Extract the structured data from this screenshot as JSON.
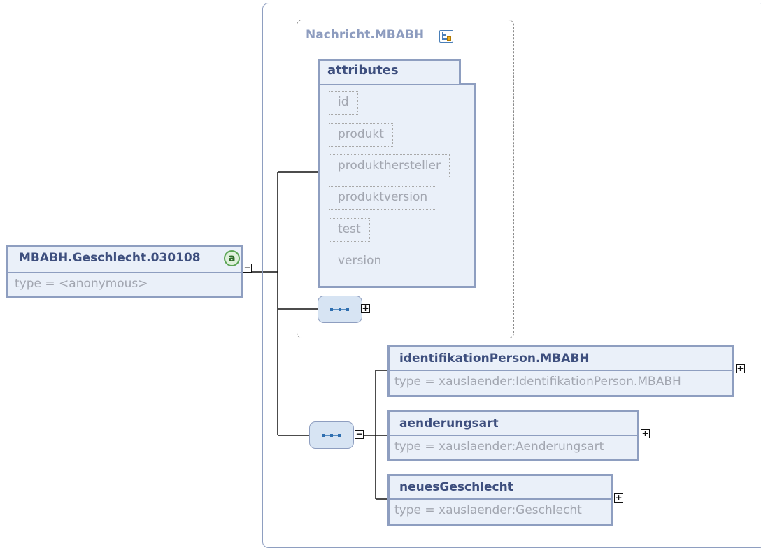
{
  "root": {
    "name": "MBABH.Geschlecht.030108",
    "type": "type = <anonymous>",
    "annotation_icon": "a",
    "toggle": "−"
  },
  "base_type": {
    "title": "Nachricht.MBABH",
    "icon": "complex-type-icon",
    "attributes_title": "attributes",
    "attributes": [
      "id",
      "produkt",
      "produkthersteller",
      "produktversion",
      "test",
      "version"
    ],
    "sequence_toggle": "+"
  },
  "sequence": {
    "toggle": "−",
    "children": [
      {
        "name": "identifikationPerson.MBABH",
        "type": "type = xauslaender:IdentifikationPerson.MBABH",
        "toggle": "+"
      },
      {
        "name": "aenderungsart",
        "type": "type = xauslaender:Aenderungsart",
        "toggle": "+"
      },
      {
        "name": "neuesGeschlecht",
        "type": "type = xauslaender:Geschlecht",
        "toggle": "+"
      }
    ]
  },
  "colors": {
    "border": "#8e9ec0",
    "fill": "#eaf0f9",
    "name_text": "#3e4f7e",
    "muted_text": "#a2a6b0",
    "annotation_green": "#5aa454"
  }
}
